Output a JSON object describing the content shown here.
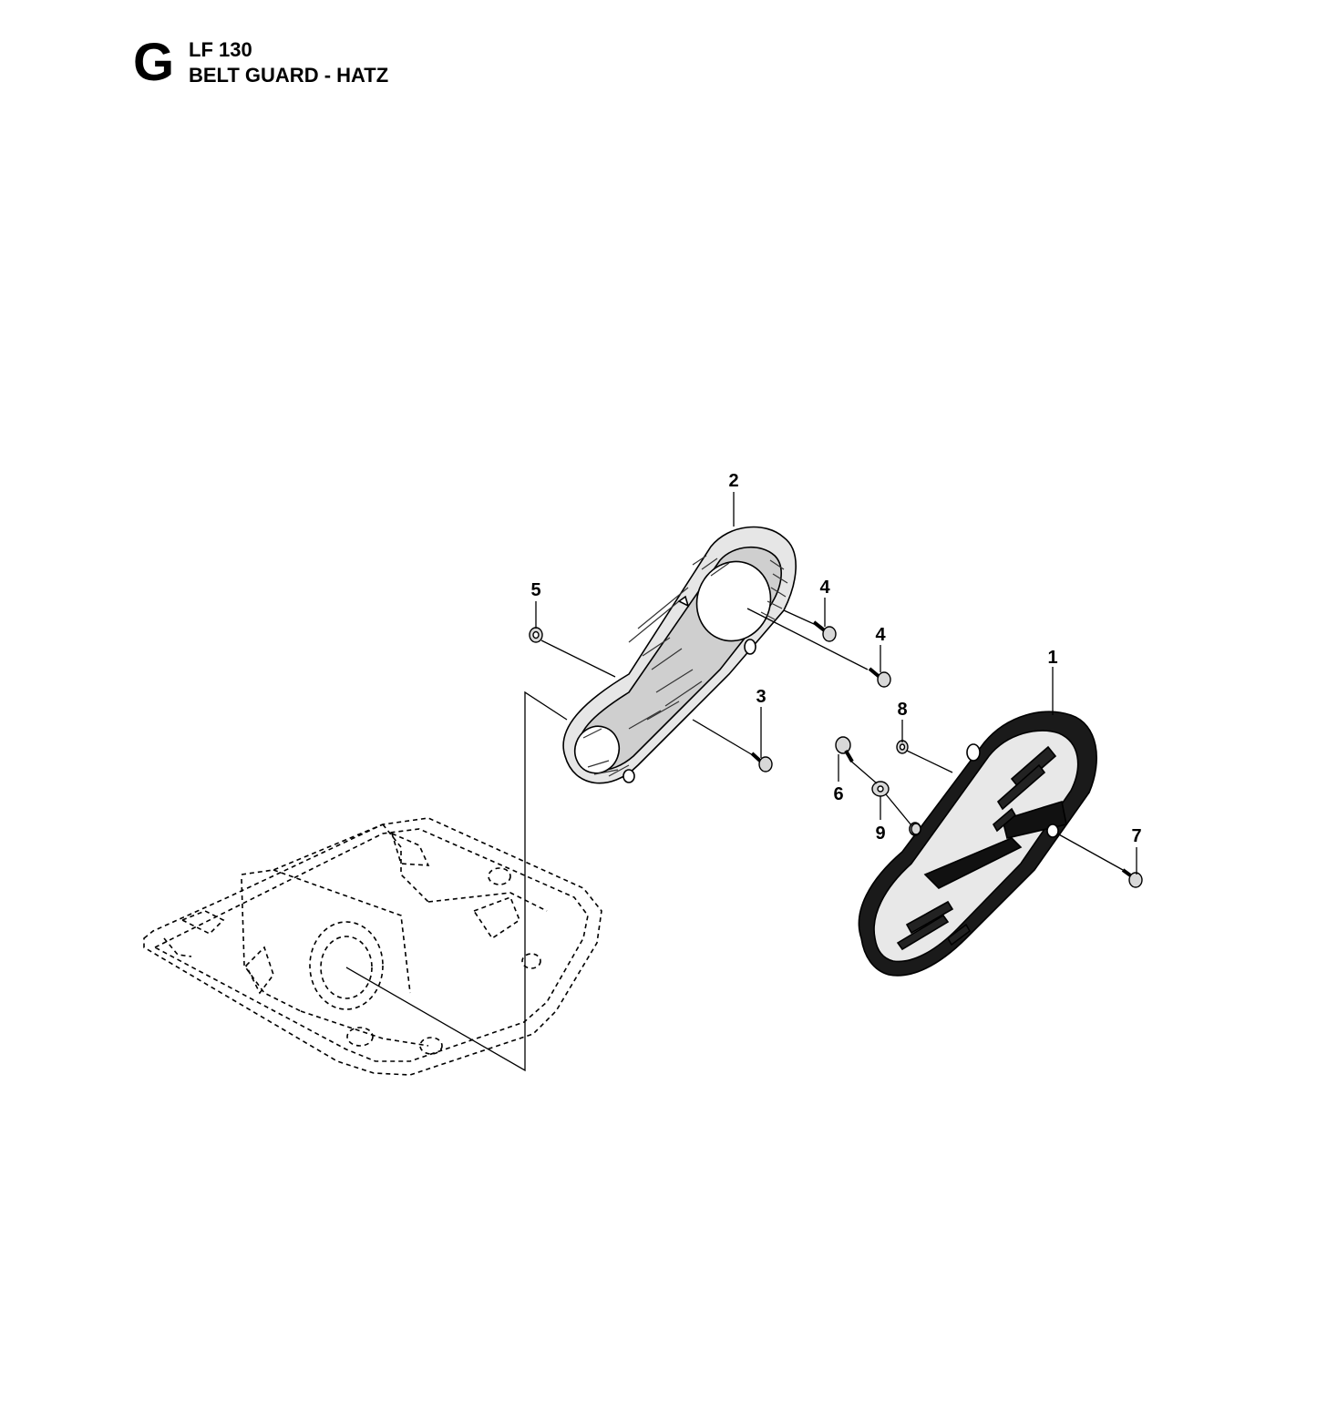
{
  "header": {
    "section_letter": "G",
    "model": "LF 130",
    "title": "BELT GUARD - HATZ"
  },
  "callouts": [
    {
      "id": "c2",
      "label": "2"
    },
    {
      "id": "c5",
      "label": "5"
    },
    {
      "id": "c4a",
      "label": "4"
    },
    {
      "id": "c4b",
      "label": "4"
    },
    {
      "id": "c1",
      "label": "1"
    },
    {
      "id": "c3",
      "label": "3"
    },
    {
      "id": "c8",
      "label": "8"
    },
    {
      "id": "c6",
      "label": "6"
    },
    {
      "id": "c9",
      "label": "9"
    },
    {
      "id": "c7",
      "label": "7"
    }
  ]
}
